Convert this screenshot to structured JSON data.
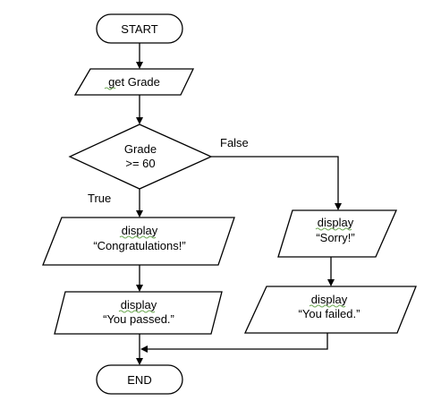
{
  "nodes": {
    "start": {
      "label": "START"
    },
    "get_grade": {
      "label": "get Grade"
    },
    "decision": {
      "line1": "Grade",
      "line2": ">= 60"
    },
    "display_congrats": {
      "line1": "display",
      "line2": "“Congratulations!”"
    },
    "display_passed": {
      "line1": "display",
      "line2": "“You passed.”"
    },
    "display_sorry": {
      "line1": "display",
      "line2": "“Sorry!”"
    },
    "display_failed": {
      "line1": "display",
      "line2": "“You failed.”"
    },
    "end": {
      "label": "END"
    }
  },
  "edges": {
    "true_label": "True",
    "false_label": "False"
  },
  "colors": {
    "stroke": "#000000",
    "fill": "#ffffff",
    "spellcheck": "#6aa84f"
  }
}
